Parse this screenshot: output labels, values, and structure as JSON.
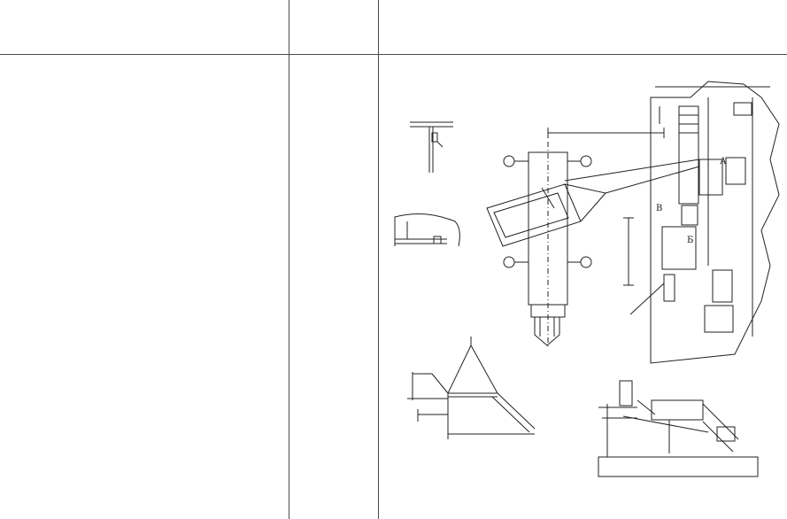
{
  "table": {
    "columns": [
      "",
      "",
      ""
    ]
  },
  "drawing": {
    "labels": {
      "view_a": "А",
      "view_b": "Б",
      "view_v": "В"
    },
    "line_color": "#222222"
  }
}
